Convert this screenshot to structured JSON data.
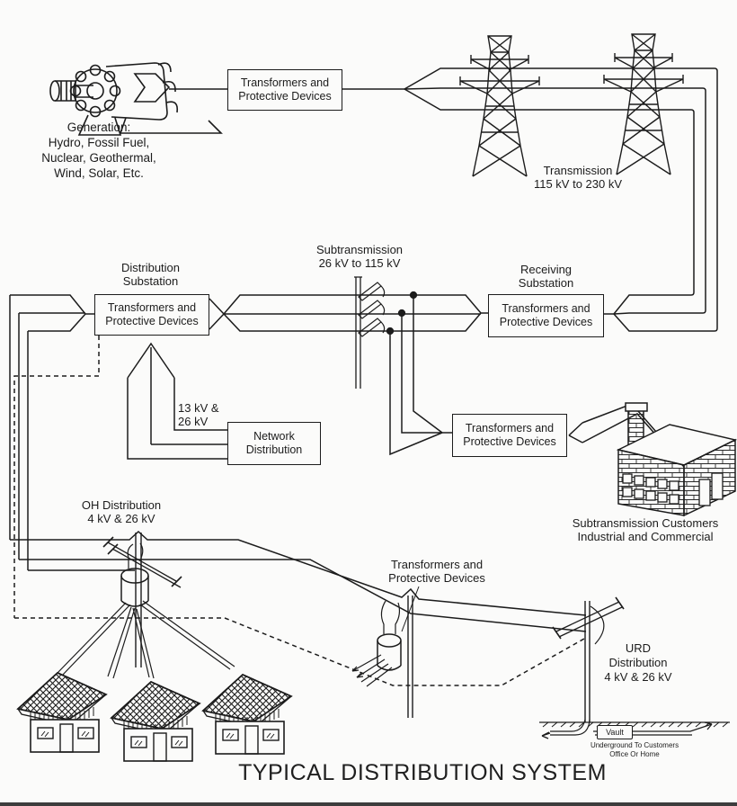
{
  "diagram": {
    "title": "TYPICAL DISTRIBUTION SYSTEM",
    "generation": {
      "label": "Generation:\nHydro, Fossil Fuel,\nNuclear, Geothermal,\nWind, Solar, Etc."
    },
    "tpd_box_label": "Transformers and\nProtective Devices",
    "transmission": {
      "label": "Transmission\n115 kV to 230 kV"
    },
    "subtransmission": {
      "label": "Subtransmission\n26 kV to 115 kV"
    },
    "distribution_substation": {
      "label": "Distribution\nSubstation"
    },
    "receiving_substation": {
      "label": "Receiving\nSubstation"
    },
    "network": {
      "feeder_label": "13 kV &\n26 kV",
      "box_label": "Network\nDistribution"
    },
    "subtransmission_customers": {
      "label": "Subtransmission Customers\nIndustrial and Commercial"
    },
    "oh_distribution": {
      "label": "OH Distribution\n4 kV & 26 kV"
    },
    "urd_distribution": {
      "label": "URD\nDistribution\n4 kV & 26 kV"
    },
    "vault": {
      "label": "Vault",
      "caption": "Underground To Customers\nOffice Or Home"
    },
    "line_color": "#1c1c1c"
  }
}
